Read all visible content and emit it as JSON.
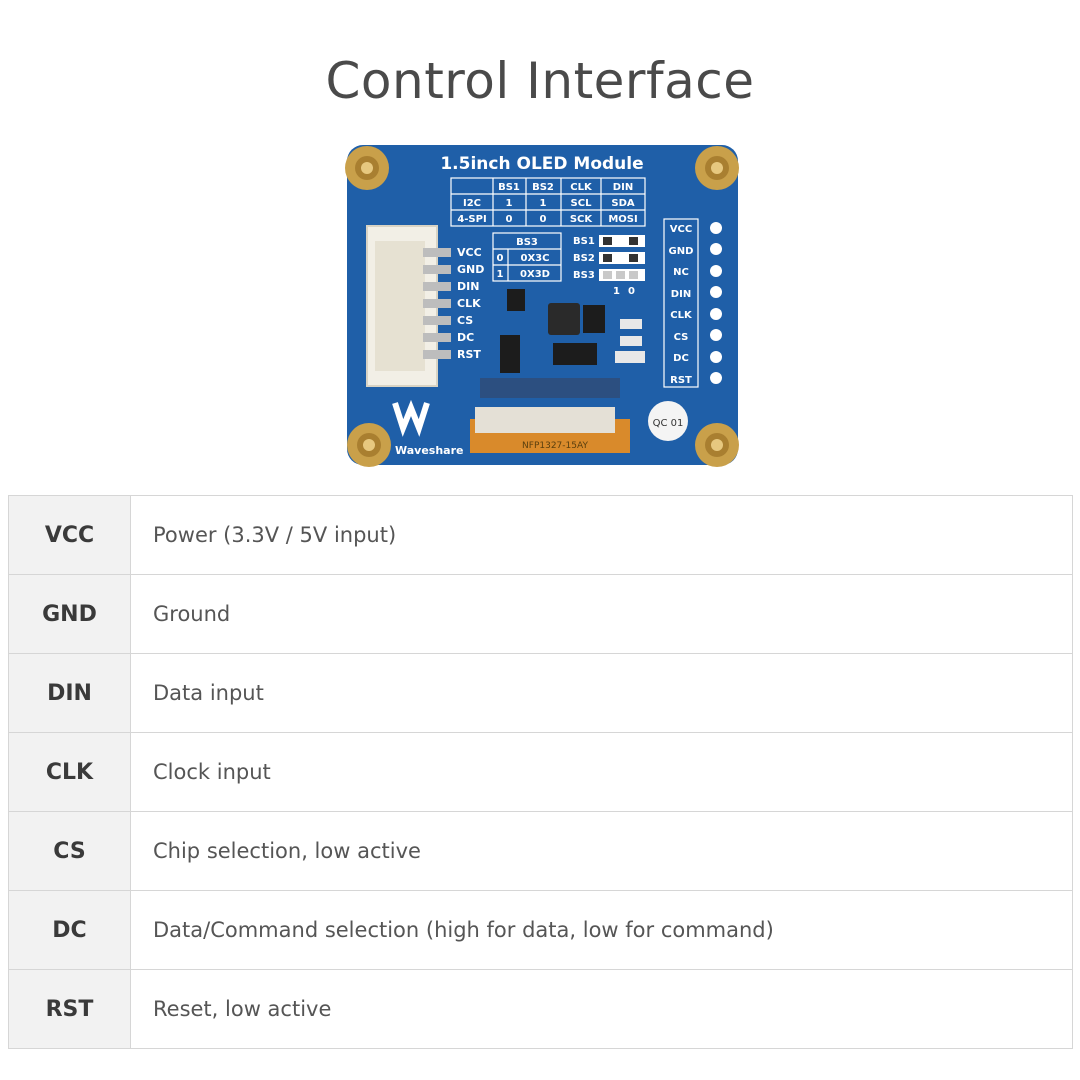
{
  "page": {
    "title": "Control Interface"
  },
  "board": {
    "title": "1.5inch OLED Module",
    "brand": "Waveshare",
    "fpc_label": "NFP1327-15AY",
    "qc_label": "QC 01",
    "bus_table": {
      "headers": [
        "",
        "BS1",
        "BS2",
        "CLK",
        "DIN"
      ],
      "rows": [
        [
          "I2C",
          "1",
          "1",
          "SCL",
          "SDA"
        ],
        [
          "4-SPI",
          "0",
          "0",
          "SCK",
          "MOSI"
        ]
      ]
    },
    "bs3_table": {
      "header": "BS3",
      "rows": [
        [
          "0",
          "0X3C"
        ],
        [
          "1",
          "0X3D"
        ]
      ]
    },
    "switches": [
      "BS1",
      "BS2",
      "BS3"
    ],
    "switch_scale": [
      "1",
      "0"
    ],
    "left_pins": [
      "VCC",
      "GND",
      "DIN",
      "CLK",
      "CS",
      "DC",
      "RST"
    ],
    "right_pins": [
      "VCC",
      "GND",
      "NC",
      "DIN",
      "CLK",
      "CS",
      "DC",
      "RST"
    ]
  },
  "pin_table": [
    {
      "pin": "VCC",
      "description": "Power (3.3V / 5V input)"
    },
    {
      "pin": "GND",
      "description": "Ground"
    },
    {
      "pin": "DIN",
      "description": "Data input"
    },
    {
      "pin": "CLK",
      "description": "Clock input"
    },
    {
      "pin": "CS",
      "description": "Chip selection, low active"
    },
    {
      "pin": "DC",
      "description": "Data/Command selection (high for data, low for command)"
    },
    {
      "pin": "RST",
      "description": "Reset, low active"
    }
  ],
  "colors": {
    "pcb": "#1f5fa8",
    "silkscreen": "#ffffff",
    "standoff": "#c9a04a",
    "fpc": "#d98a2b",
    "title": "#4a4a4a",
    "pin_cell_bg": "#f2f2f2"
  }
}
